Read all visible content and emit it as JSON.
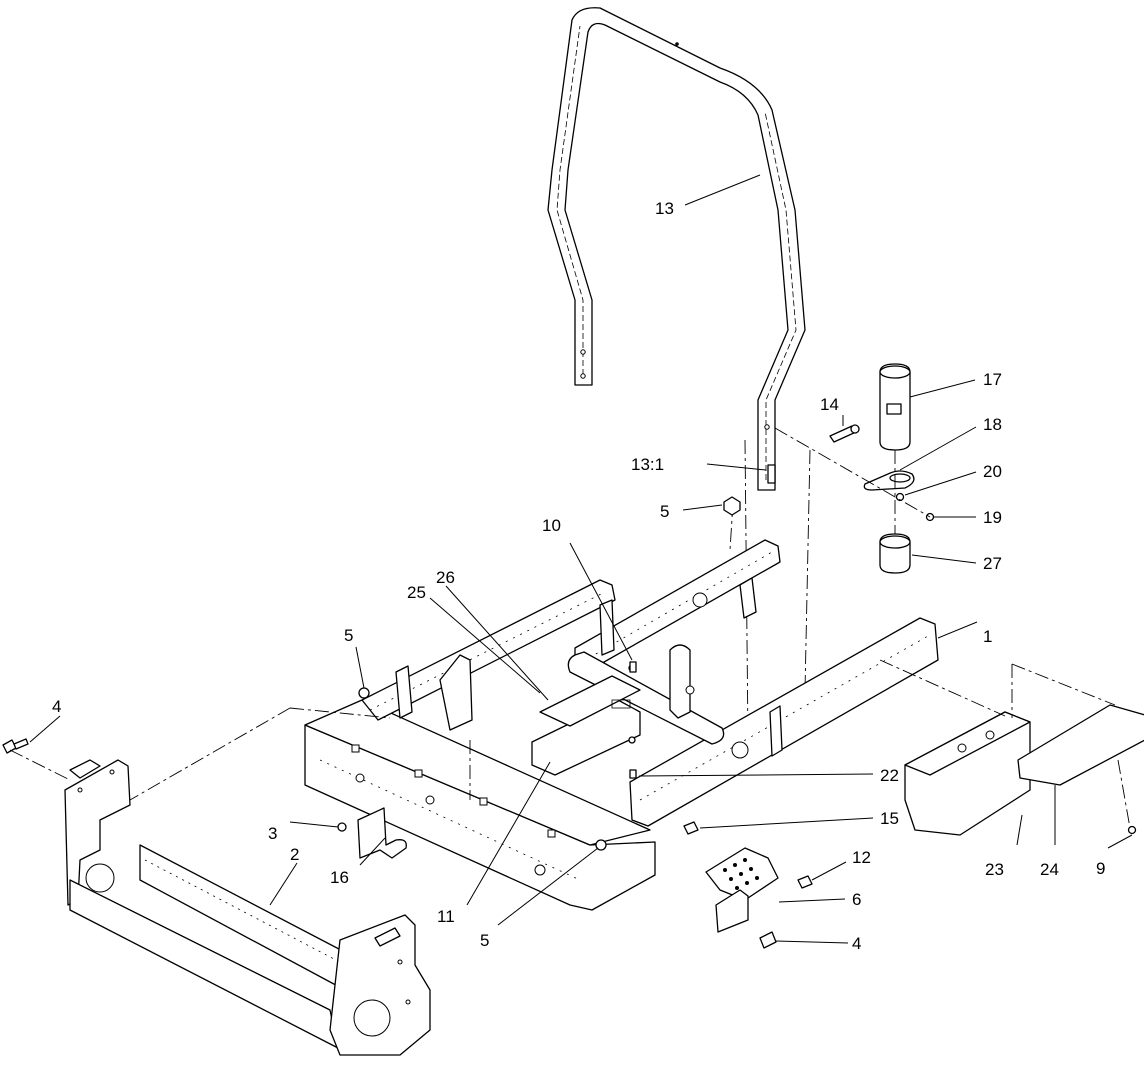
{
  "callouts": [
    {
      "id": "c1",
      "label": "1"
    },
    {
      "id": "c2",
      "label": "2"
    },
    {
      "id": "c3",
      "label": "3"
    },
    {
      "id": "c4a",
      "label": "4"
    },
    {
      "id": "c4b",
      "label": "4"
    },
    {
      "id": "c5a",
      "label": "5"
    },
    {
      "id": "c5b",
      "label": "5"
    },
    {
      "id": "c5c",
      "label": "5"
    },
    {
      "id": "c6",
      "label": "6"
    },
    {
      "id": "c9",
      "label": "9"
    },
    {
      "id": "c10",
      "label": "10"
    },
    {
      "id": "c11",
      "label": "11"
    },
    {
      "id": "c12",
      "label": "12"
    },
    {
      "id": "c13",
      "label": "13"
    },
    {
      "id": "c13_1",
      "label": "13:1"
    },
    {
      "id": "c14",
      "label": "14"
    },
    {
      "id": "c15",
      "label": "15"
    },
    {
      "id": "c16",
      "label": "16"
    },
    {
      "id": "c17",
      "label": "17"
    },
    {
      "id": "c18",
      "label": "18"
    },
    {
      "id": "c19",
      "label": "19"
    },
    {
      "id": "c20",
      "label": "20"
    },
    {
      "id": "c22",
      "label": "22"
    },
    {
      "id": "c23",
      "label": "23"
    },
    {
      "id": "c24",
      "label": "24"
    },
    {
      "id": "c25",
      "label": "25"
    },
    {
      "id": "c26",
      "label": "26"
    },
    {
      "id": "c27",
      "label": "27"
    }
  ]
}
